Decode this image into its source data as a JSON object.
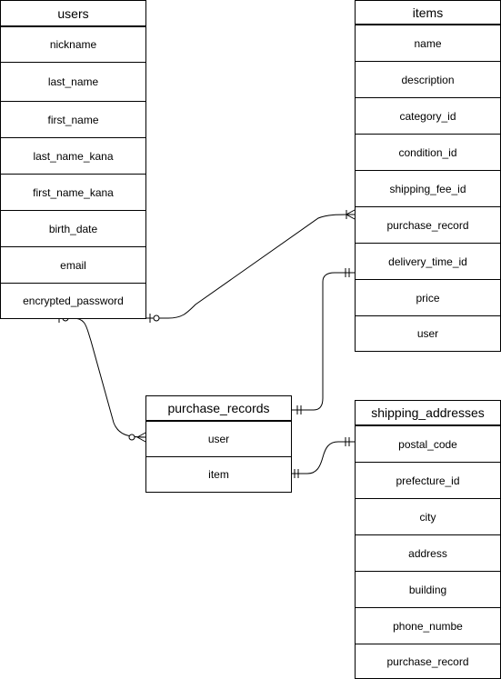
{
  "entities": {
    "users": {
      "title": "users",
      "fields": [
        "nickname",
        "last_name",
        "first_name",
        "last_name_kana",
        "first_name_kana",
        "birth_date",
        "email",
        "encrypted_password"
      ]
    },
    "items": {
      "title": "items",
      "fields": [
        "name",
        "description",
        "category_id",
        "condition_id",
        "shipping_fee_id",
        "purchase_record",
        "delivery_time_id",
        "price",
        "user"
      ]
    },
    "purchase_records": {
      "title": "purchase_records",
      "fields": [
        "user",
        "item"
      ]
    },
    "shipping_addresses": {
      "title": "shipping_addresses",
      "fields": [
        "postal_code",
        "prefecture_id",
        "city",
        "address",
        "building",
        "phone_numbe",
        "purchase_record"
      ]
    }
  },
  "relationships": [
    {
      "from": "users",
      "from_end": "zero-or-one",
      "to": "items",
      "to_end": "one-or-many"
    },
    {
      "from": "users",
      "from_end": "zero-or-one",
      "to": "purchase_records",
      "to_end": "zero-or-many"
    },
    {
      "from": "purchase_records",
      "from_end": "exactly-one",
      "to": "items",
      "to_end": "exactly-one"
    },
    {
      "from": "purchase_records",
      "from_end": "exactly-one",
      "to": "shipping_addresses",
      "to_end": "exactly-one"
    }
  ]
}
